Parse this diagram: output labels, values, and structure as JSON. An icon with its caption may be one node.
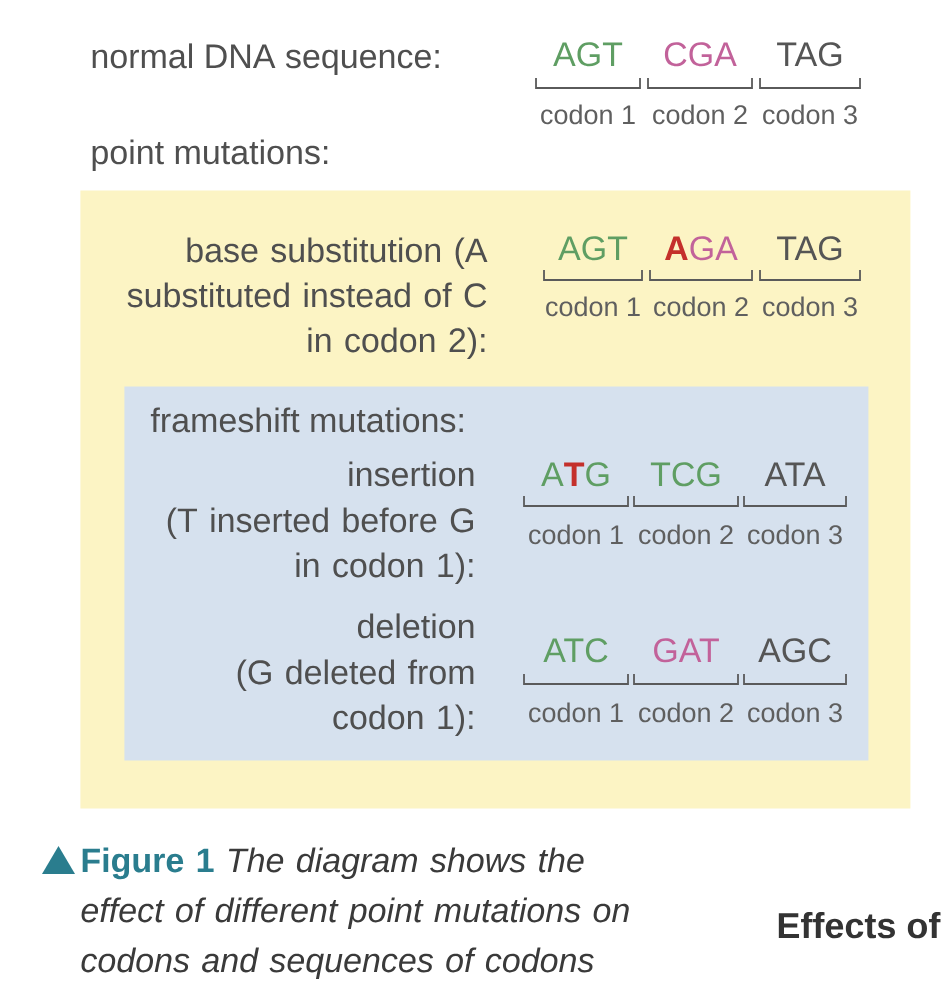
{
  "diagram": {
    "caption": "**Figure 1** The diagram shows the effect of different point mutations on codons and sequences of codons",
    "nodes": [
      {
        "text": [
          "point mutations:",
          "base substitution (A substituted instead of C in codon 2):"
        ]
      },
      {
        "text": [
          "frameshift mutations:",
          "insertion",
          "(T inserted before G in codon 1):",
          "deletion",
          "(G deleted from codon 1):"
        ],
        "in": 0
      }
    ],
    "labels": [
      "normal DNA sequence:",
      "AGT",
      "CGA",
      "TAG",
      "codon 1",
      "codon 2",
      "codon 3",
      "AGT",
      "**A**GA",
      "TAG",
      "codon 1",
      "codon 2",
      "codon 3",
      "A**T**G",
      "TCG",
      "ATA",
      "codon 1",
      "codon 2",
      "codon 3",
      "ATC",
      "GAT",
      "AGC",
      "codon 1",
      "codon 2",
      "codon 3",
      "Effects of"
    ]
  }
}
